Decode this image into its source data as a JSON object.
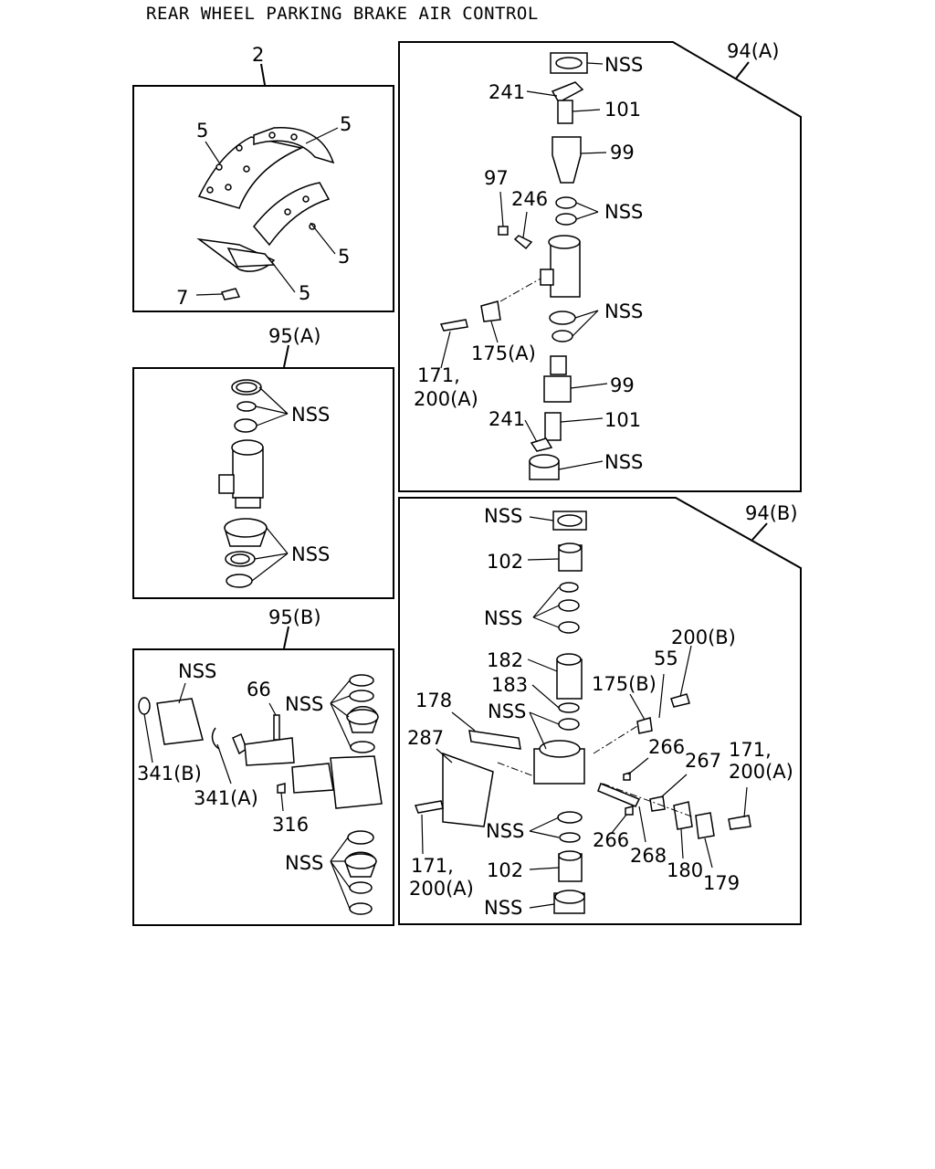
{
  "title": "REAR WHEEL PARKING BRAKE AIR CONTROL",
  "panels": {
    "p2": {
      "label": "2",
      "callouts": [
        "5",
        "5",
        "5",
        "5",
        "7"
      ]
    },
    "p95a": {
      "label": "95(A)",
      "callouts": [
        "NSS",
        "NSS"
      ]
    },
    "p95b": {
      "label": "95(B)",
      "callouts": [
        "NSS",
        "66",
        "NSS",
        "341(B)",
        "341(A)",
        "316",
        "NSS"
      ]
    },
    "p94a": {
      "label": "94(A)",
      "callouts": [
        "NSS",
        "241",
        "101",
        "99",
        "97",
        "246",
        "NSS",
        "NSS",
        "175(A)",
        "171,",
        "200(A)",
        "99",
        "241",
        "101",
        "NSS"
      ]
    },
    "p94b": {
      "label": "94(B)",
      "callouts": [
        "NSS",
        "102",
        "NSS",
        "182",
        "183",
        "NSS",
        "178",
        "287",
        "175(B)",
        "55",
        "200(B)",
        "266",
        "267",
        "171,",
        "200(A)",
        "NSS",
        "266",
        "268",
        "180",
        "179",
        "171,",
        "200(A)",
        "102",
        "NSS"
      ]
    }
  }
}
